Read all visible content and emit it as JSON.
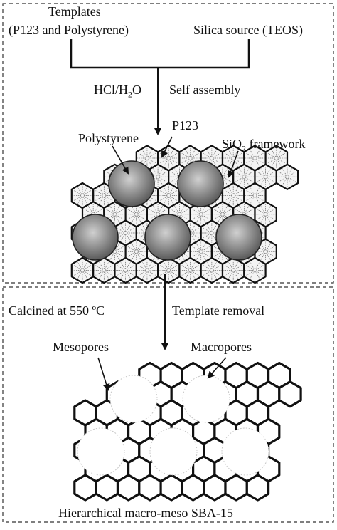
{
  "step1": {
    "templates_line1": "Templates",
    "templates_line2": "(P123 and Polystyrene)",
    "silica_source": "Silica  source (TEOS)",
    "reagent_prefix": "HCl/H",
    "reagent_sub": "2",
    "reagent_suffix": "O",
    "self_assembly": "Self assembly",
    "polystyrene": "Polystyrene",
    "p123": "P123",
    "sio2_prefix": "SiO",
    "sio2_sub": "2",
    "sio2_suffix": " framework"
  },
  "step2": {
    "calcined": "Calcined at 550 ºC",
    "template_removal": "Template removal",
    "mesopores": "Mesopores",
    "macropores": "Macropores",
    "caption": "Hierarchical macro-meso SBA-15"
  },
  "colors": {
    "line": "#111111",
    "hex_fill": "#f4f4f4",
    "sphere_dark": "#5a5a5a",
    "sphere_light": "#d0d0d0",
    "pore_outline": "#c8c8c8"
  }
}
